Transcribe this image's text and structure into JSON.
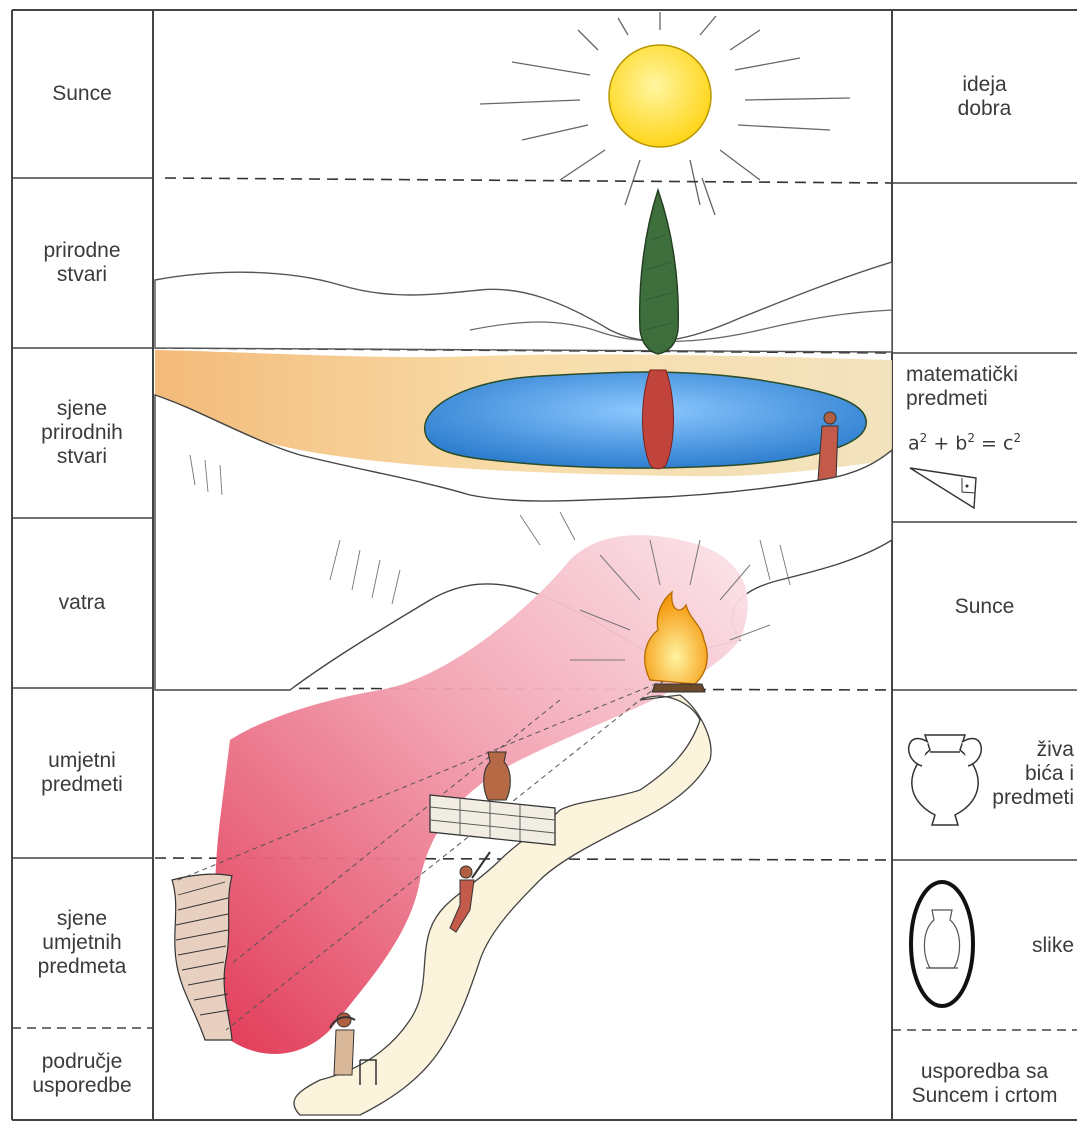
{
  "left_column": {
    "rows": [
      {
        "lines": [
          "Sunce"
        ]
      },
      {
        "lines": [
          "prirodne",
          "stvari"
        ]
      },
      {
        "lines": [
          "sjene",
          "prirodnih",
          "stvari"
        ]
      },
      {
        "lines": [
          "vatra"
        ]
      },
      {
        "lines": [
          "umjetni",
          "predmeti"
        ]
      },
      {
        "lines": [
          "sjene",
          "umjetnih",
          "predmeta"
        ]
      },
      {
        "lines": [
          "područje",
          "usporedbe"
        ]
      }
    ]
  },
  "right_column": {
    "idea_of_good": [
      "ideja",
      "dobra"
    ],
    "math_objects": [
      "matematički",
      "predmeti"
    ],
    "formula": {
      "a": "a",
      "plus": " + ",
      "b": "b",
      "eq": " = ",
      "c": "c",
      "exp": "2"
    },
    "sun": "Sunce",
    "living_beings": [
      "živa",
      "bića i",
      "predmeti"
    ],
    "images": "slike",
    "comparison": [
      "usporedba sa",
      "Suncem i crtom"
    ]
  },
  "colors": {
    "sun": "#ffe23a",
    "sun_outline": "#c9a800",
    "cypress": "#3d6b3a",
    "lake": "#3f8fd8",
    "fire": "#ffb020",
    "cave_glow": "#e8405a",
    "lines": "#333333"
  }
}
